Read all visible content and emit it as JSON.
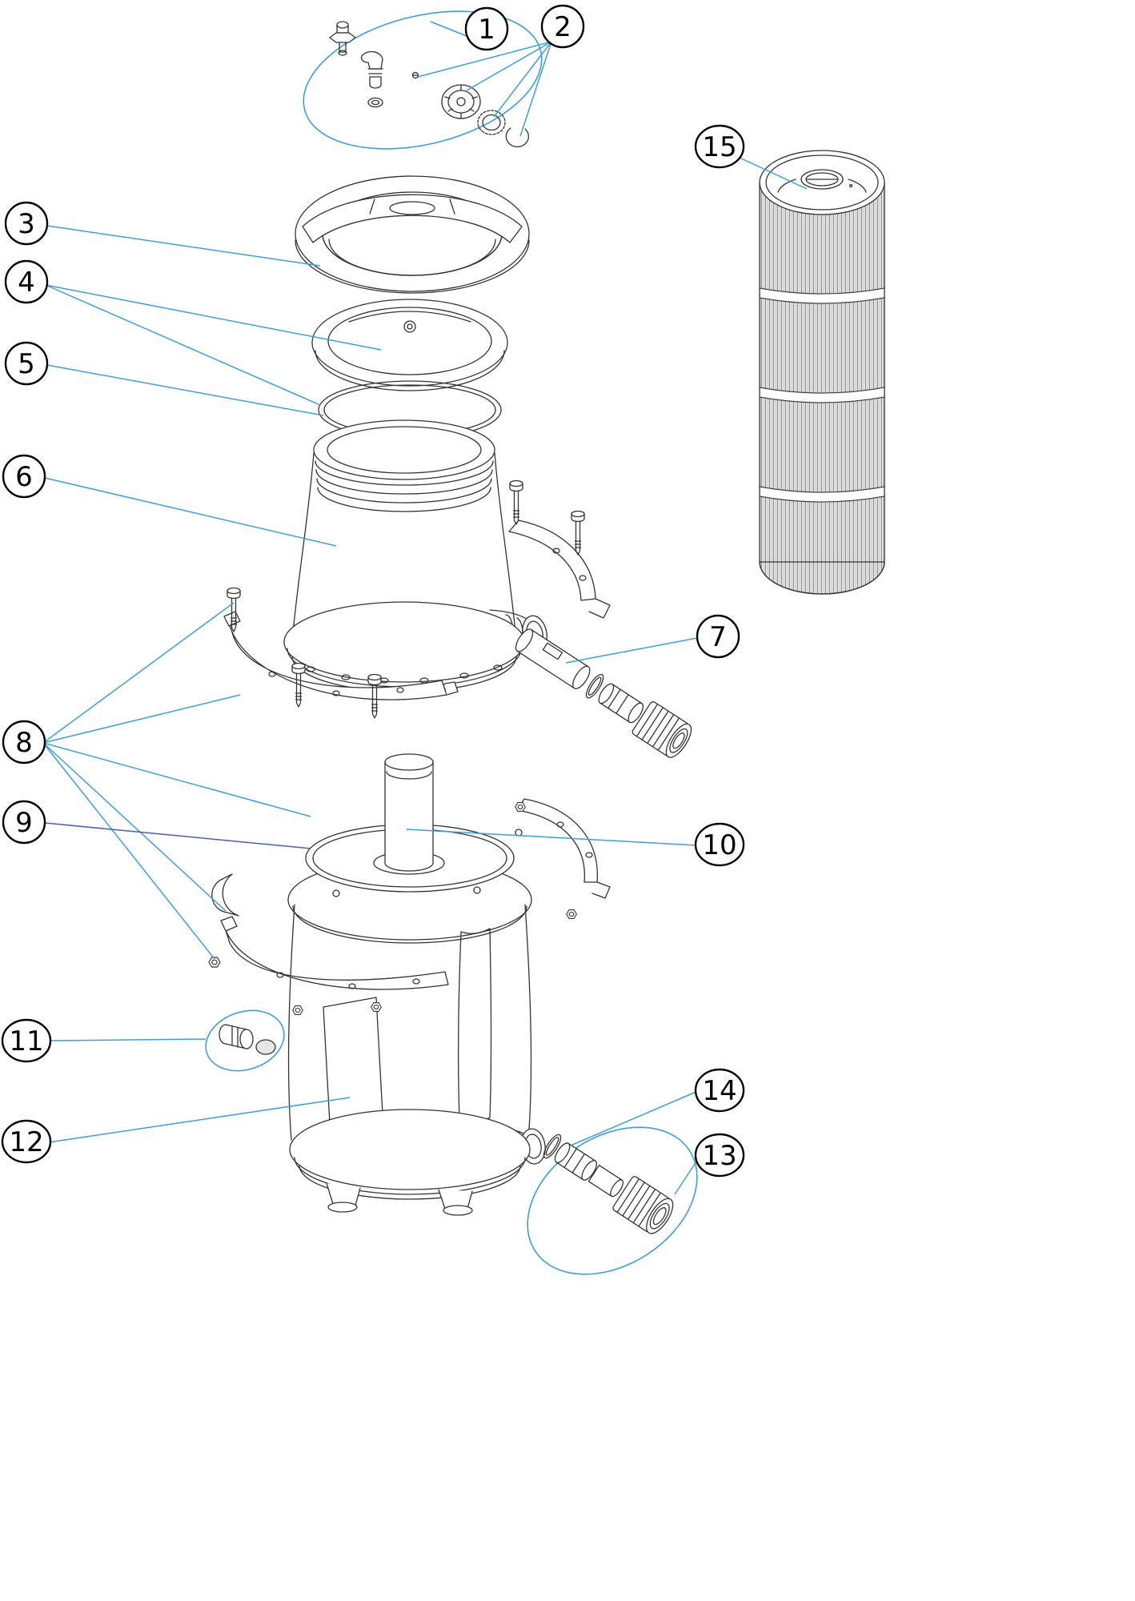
{
  "diagram": {
    "callouts": [
      {
        "label": "1"
      },
      {
        "label": "2"
      },
      {
        "label": "3"
      },
      {
        "label": "4"
      },
      {
        "label": "5"
      },
      {
        "label": "6"
      },
      {
        "label": "7"
      },
      {
        "label": "8"
      },
      {
        "label": "9"
      },
      {
        "label": "10"
      },
      {
        "label": "11"
      },
      {
        "label": "12"
      },
      {
        "label": "13"
      },
      {
        "label": "14"
      },
      {
        "label": "15"
      }
    ],
    "colors": {
      "leader_line": "#3f9dd8",
      "leader_line_dark": "#4a5fae",
      "part_outline": "#333333",
      "background": "#ffffff"
    }
  }
}
